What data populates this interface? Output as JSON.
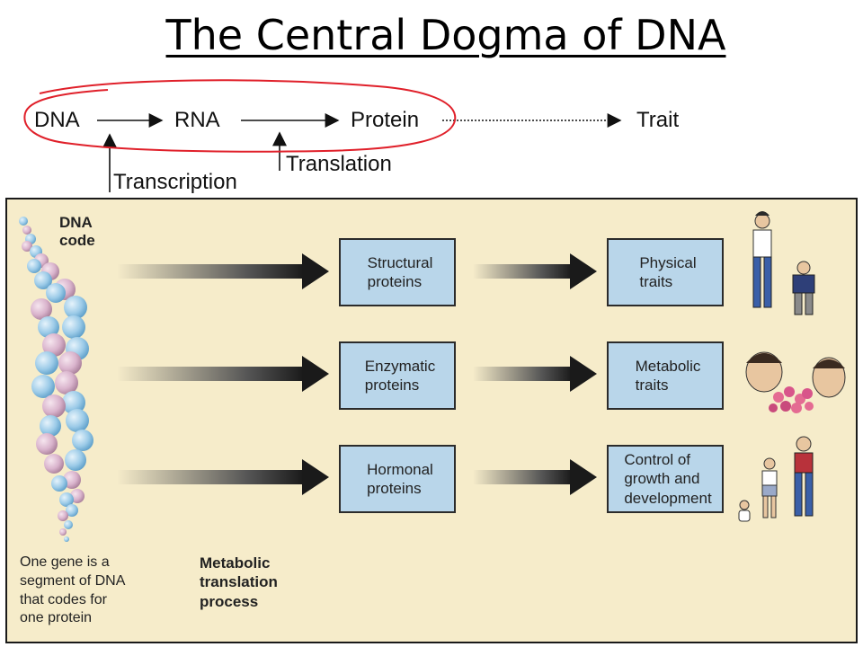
{
  "title": "The Central Dogma of DNA",
  "flow": {
    "dna": "DNA",
    "rna": "RNA",
    "protein": "Protein",
    "trait": "Trait",
    "transcription": "Transcription",
    "translation": "Translation"
  },
  "panel": {
    "dna_code": "DNA\ncode",
    "proteins": [
      "Structural\nproteins",
      "Enzymatic\nproteins",
      "Hormonal\nproteins"
    ],
    "traits": [
      "Physical\ntraits",
      "Metabolic\ntraits",
      "Control of\ngrowth and\ndevelopment"
    ],
    "gene_note": "One gene is a\nsegment of DNA\nthat codes for\none protein",
    "process_label": "Metabolic\ntranslation\nprocess"
  },
  "colors": {
    "panel_bg": "#f6ecca",
    "box_fill": "#b9d6ea",
    "annotation": "#e0202a",
    "helix_blue": "#9ccbe8",
    "helix_pink": "#d9b3cc"
  }
}
